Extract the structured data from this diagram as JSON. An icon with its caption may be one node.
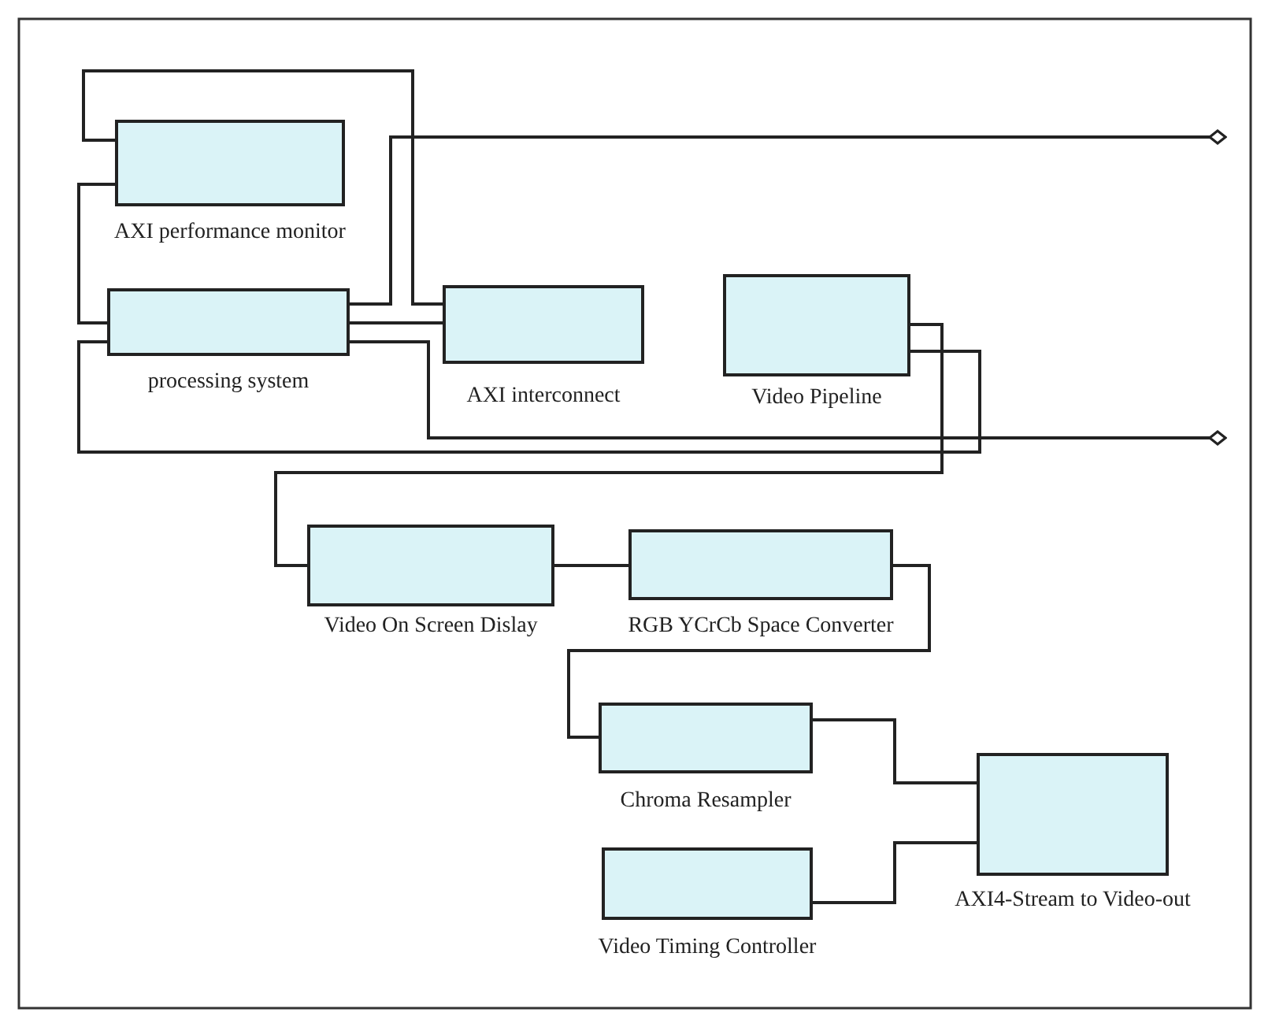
{
  "diagram": {
    "nodes": [
      {
        "text": [
          "AXI performance monitor"
        ]
      },
      {
        "text": [
          "processing system"
        ]
      },
      {
        "text": [
          "AXI interconnect"
        ]
      },
      {
        "text": [
          "Video Pipeline"
        ]
      },
      {
        "text": [
          "Video On Screen Dislay"
        ]
      },
      {
        "text": [
          "RGB YCrCb Space Converter"
        ]
      },
      {
        "text": [
          "Chroma Resampler"
        ]
      },
      {
        "text": [
          "AXI4-Stream to Video-out"
        ]
      },
      {
        "text": [
          "Video Timing Controller"
        ]
      }
    ],
    "edges": [
      {
        "from": 0,
        "to": 2,
        "arrow": "none"
      },
      {
        "from": 0,
        "to": 1,
        "arrow": "none"
      },
      {
        "from": 1,
        "to": null,
        "arrow": "other"
      },
      {
        "from": 1,
        "to": 2,
        "arrow": "none"
      },
      {
        "from": 1,
        "to": null,
        "arrow": "other"
      },
      {
        "from": 1,
        "to": 3,
        "arrow": "none"
      },
      {
        "from": 3,
        "to": 4,
        "arrow": "none"
      },
      {
        "from": 4,
        "to": 5,
        "arrow": "none"
      },
      {
        "from": 5,
        "to": 6,
        "arrow": "none"
      },
      {
        "from": 6,
        "to": 7,
        "arrow": "none"
      },
      {
        "from": 8,
        "to": 7,
        "arrow": "none"
      }
    ]
  }
}
